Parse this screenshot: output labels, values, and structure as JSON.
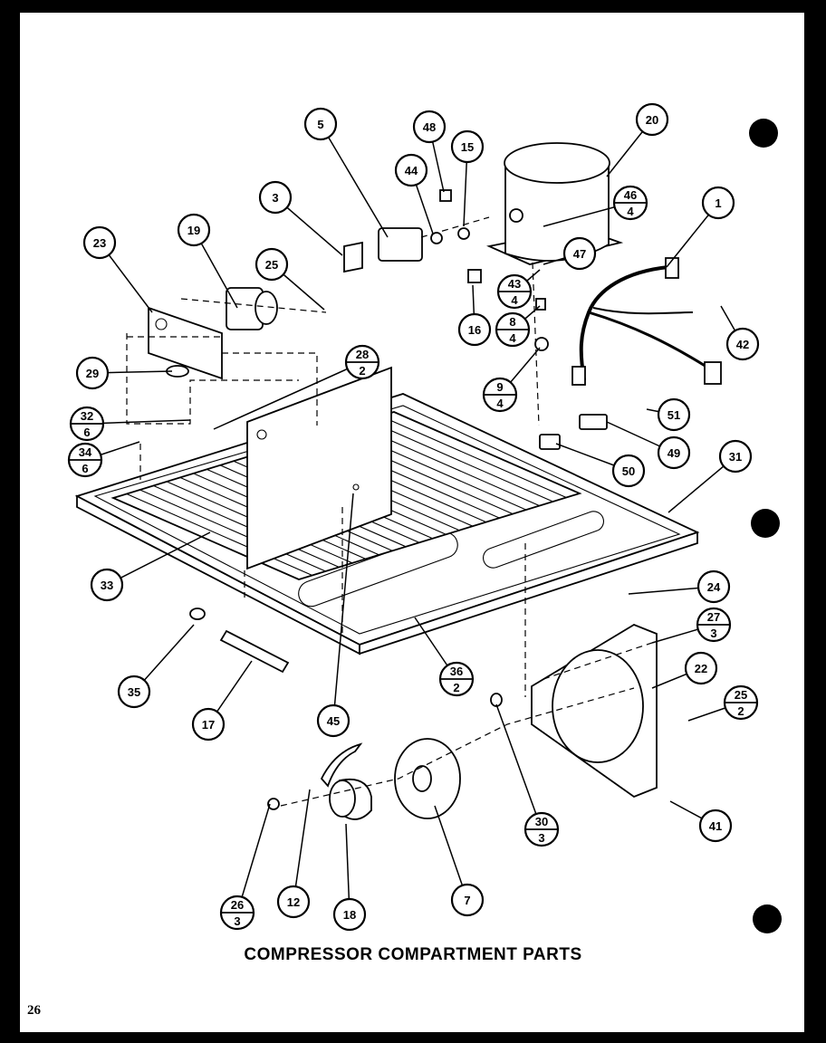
{
  "caption": "COMPRESSOR COMPARTMENT PARTS",
  "page_number": "26",
  "callouts": [
    {
      "id": "c1",
      "label": "1"
    },
    {
      "id": "c3",
      "label": "3"
    },
    {
      "id": "c5",
      "label": "5"
    },
    {
      "id": "c7",
      "label": "7"
    },
    {
      "id": "c12",
      "label": "12"
    },
    {
      "id": "c15",
      "label": "15"
    },
    {
      "id": "c16",
      "label": "16"
    },
    {
      "id": "c17",
      "label": "17"
    },
    {
      "id": "c18",
      "label": "18"
    },
    {
      "id": "c19",
      "label": "19"
    },
    {
      "id": "c20",
      "label": "20"
    },
    {
      "id": "c22",
      "label": "22"
    },
    {
      "id": "c23",
      "label": "23"
    },
    {
      "id": "c24",
      "label": "24"
    },
    {
      "id": "c25",
      "label": "25"
    },
    {
      "id": "c29",
      "label": "29"
    },
    {
      "id": "c31",
      "label": "31"
    },
    {
      "id": "c33",
      "label": "33"
    },
    {
      "id": "c35",
      "label": "35"
    },
    {
      "id": "c41",
      "label": "41"
    },
    {
      "id": "c42",
      "label": "42"
    },
    {
      "id": "c44",
      "label": "44"
    },
    {
      "id": "c45",
      "label": "45"
    },
    {
      "id": "c47",
      "label": "47"
    },
    {
      "id": "c48",
      "label": "48"
    },
    {
      "id": "c49",
      "label": "49"
    },
    {
      "id": "c50",
      "label": "50"
    },
    {
      "id": "c51",
      "label": "51"
    }
  ],
  "fraction_callouts": [
    {
      "id": "f46",
      "top": "46",
      "bottom": "4"
    },
    {
      "id": "f43",
      "top": "43",
      "bottom": "4"
    },
    {
      "id": "f8",
      "top": "8",
      "bottom": "4"
    },
    {
      "id": "f9",
      "top": "9",
      "bottom": "4"
    },
    {
      "id": "f28",
      "top": "28",
      "bottom": "2"
    },
    {
      "id": "f32",
      "top": "32",
      "bottom": "6"
    },
    {
      "id": "f34",
      "top": "34",
      "bottom": "6"
    },
    {
      "id": "f36",
      "top": "36",
      "bottom": "2"
    },
    {
      "id": "f27",
      "top": "27",
      "bottom": "3"
    },
    {
      "id": "f25b",
      "top": "25",
      "bottom": "2"
    },
    {
      "id": "f30",
      "top": "30",
      "bottom": "3"
    },
    {
      "id": "f26",
      "top": "26",
      "bottom": "3"
    }
  ]
}
